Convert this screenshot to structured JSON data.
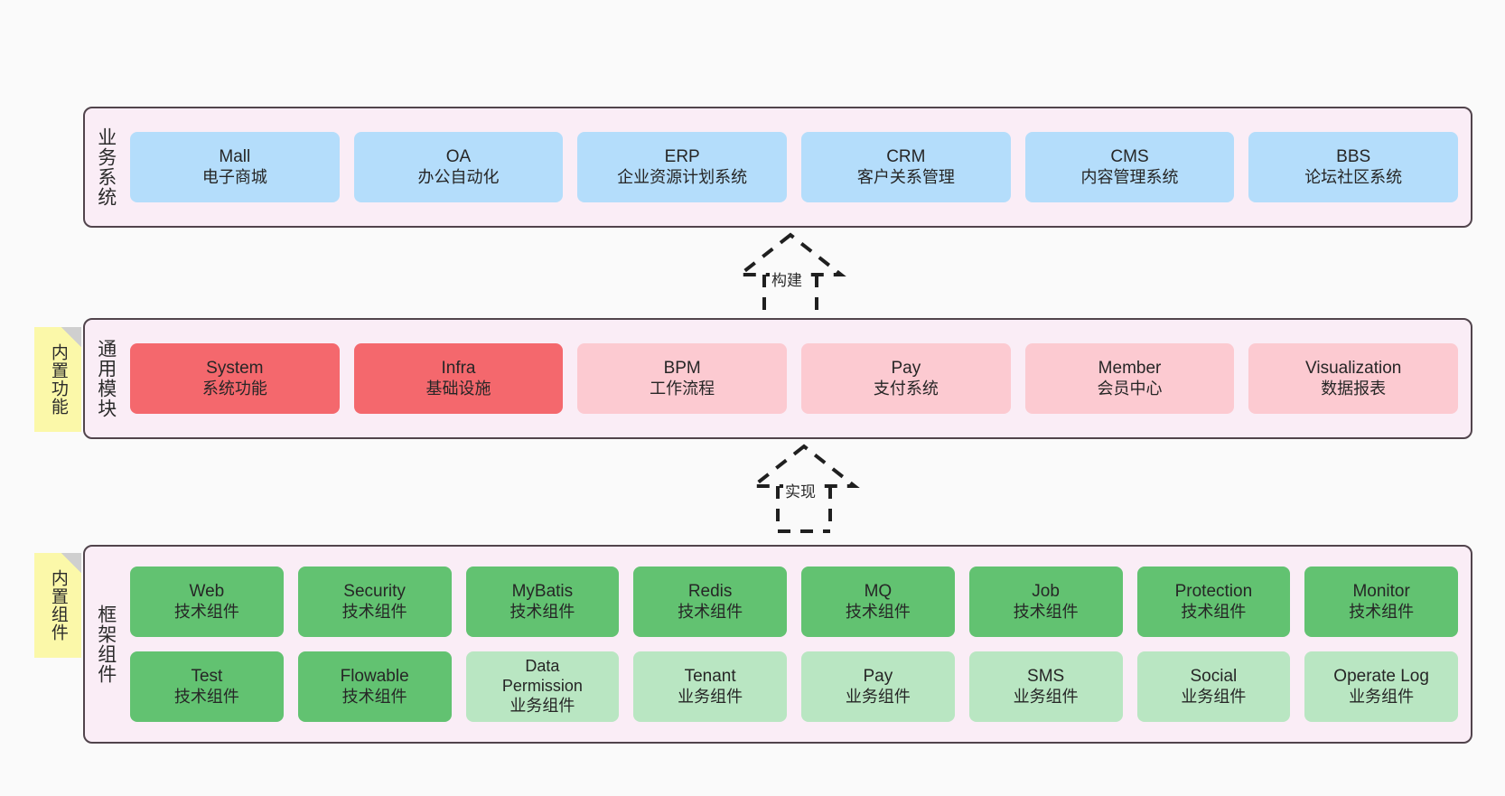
{
  "diagram": {
    "background_color": "#fafafa",
    "layer_fill": "#faedf6",
    "layer_border": "#51444c",
    "colors": {
      "blue": "#b4ddfb",
      "red": "#f4686d",
      "pink": "#fccad1",
      "green": "#62c271",
      "light_green": "#b9e6c2",
      "note_yellow": "#fbf8a9",
      "note_fold": "#cfcfcf"
    }
  },
  "layers": {
    "business": {
      "title": "业务系统",
      "cards": [
        {
          "name": "Mall",
          "desc": "电子商城"
        },
        {
          "name": "OA",
          "desc": "办公自动化"
        },
        {
          "name": "ERP",
          "desc": "企业资源计划系统"
        },
        {
          "name": "CRM",
          "desc": "客户关系管理"
        },
        {
          "name": "CMS",
          "desc": "内容管理系统"
        },
        {
          "name": "BBS",
          "desc": "论坛社区系统"
        }
      ]
    },
    "common": {
      "title": "通用模块",
      "note": "内置功能",
      "cards": [
        {
          "name": "System",
          "desc": "系统功能",
          "style": "red"
        },
        {
          "name": "Infra",
          "desc": "基础设施",
          "style": "red"
        },
        {
          "name": "BPM",
          "desc": "工作流程",
          "style": "pink"
        },
        {
          "name": "Pay",
          "desc": "支付系统",
          "style": "pink"
        },
        {
          "name": "Member",
          "desc": "会员中心",
          "style": "pink"
        },
        {
          "name": "Visualization",
          "desc": "数据报表",
          "style": "pink"
        }
      ]
    },
    "framework": {
      "title": "框架组件",
      "note": "内置组件",
      "row1": [
        {
          "name": "Web",
          "desc": "技术组件",
          "style": "green"
        },
        {
          "name": "Security",
          "desc": "技术组件",
          "style": "green"
        },
        {
          "name": "MyBatis",
          "desc": "技术组件",
          "style": "green"
        },
        {
          "name": "Redis",
          "desc": "技术组件",
          "style": "green"
        },
        {
          "name": "MQ",
          "desc": "技术组件",
          "style": "green"
        },
        {
          "name": "Job",
          "desc": "技术组件",
          "style": "green"
        },
        {
          "name": "Protection",
          "desc": "技术组件",
          "style": "green"
        },
        {
          "name": "Monitor",
          "desc": "技术组件",
          "style": "green"
        }
      ],
      "row2": [
        {
          "name": "Test",
          "desc": "技术组件",
          "style": "green"
        },
        {
          "name": "Flowable",
          "desc": "技术组件",
          "style": "green"
        },
        {
          "name": "Data",
          "name2": "Permission",
          "desc": "业务组件",
          "style": "light_green"
        },
        {
          "name": "Tenant",
          "desc": "业务组件",
          "style": "light_green"
        },
        {
          "name": "Pay",
          "desc": "业务组件",
          "style": "light_green"
        },
        {
          "name": "SMS",
          "desc": "业务组件",
          "style": "light_green"
        },
        {
          "name": "Social",
          "desc": "业务组件",
          "style": "light_green"
        },
        {
          "name": "Operate Log",
          "desc": "业务组件",
          "style": "light_green"
        }
      ]
    }
  },
  "connectors": [
    {
      "label": "构建",
      "from": "common",
      "to": "business",
      "style": "dashed-generalization"
    },
    {
      "label": "实现",
      "from": "framework",
      "to": "common",
      "style": "dashed-generalization"
    }
  ]
}
